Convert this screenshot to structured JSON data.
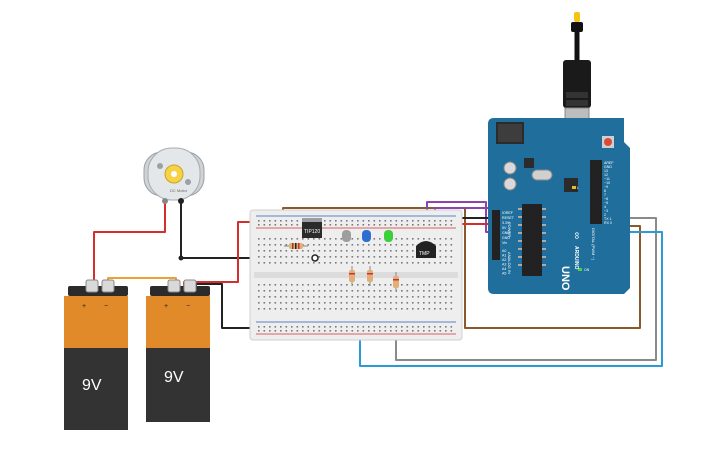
{
  "batteries": [
    {
      "label": "9V",
      "plus": "+",
      "minus": "−"
    },
    {
      "label": "9V",
      "plus": "+",
      "minus": "−"
    }
  ],
  "motor": {
    "label": "DC Motor"
  },
  "transistor": {
    "label": "TIP120"
  },
  "sensor": {
    "label": "TMP"
  },
  "arduino": {
    "brand": "ARDUINO",
    "model": "UNO",
    "logo": "∞",
    "reset_label": "RESET",
    "aref_label": "AREF",
    "gnd_label": "GND",
    "power_label": "POWER",
    "power_pins": [
      "IOREF",
      "RESET",
      "3.3V",
      "5V",
      "GND",
      "GND",
      "Vin"
    ],
    "analog_label": "ANALOG IN",
    "analog_pins": [
      "A0",
      "A1",
      "A2",
      "A3",
      "A4",
      "A5"
    ],
    "digital_label": "DIGITAL (PWM ~)",
    "digital_pins": [
      "13",
      "12",
      "~11",
      "~10",
      "~9",
      "8",
      "7",
      "~6",
      "~5",
      "4",
      "~3",
      "2",
      "TX 1",
      "RX 0"
    ],
    "tx_label": "TX",
    "rx_label": "RX",
    "on_label": "ON",
    "l_label": "L"
  },
  "colors": {
    "wire_red": "#d32f2f",
    "wire_black": "#222222",
    "wire_orange": "#f0a030",
    "wire_brown": "#8b5a2b",
    "wire_purple": "#8e44ad",
    "wire_gray": "#8a8a8a",
    "wire_blue": "#2a9bd4",
    "arduino_blue": "#1f6e9c",
    "battery_orange": "#e08a2a",
    "battery_dark": "#333333"
  },
  "icons": [
    "usb-plug-icon",
    "motor-icon",
    "led-icon",
    "resistor-icon",
    "transistor-icon",
    "temperature-sensor-icon"
  ]
}
